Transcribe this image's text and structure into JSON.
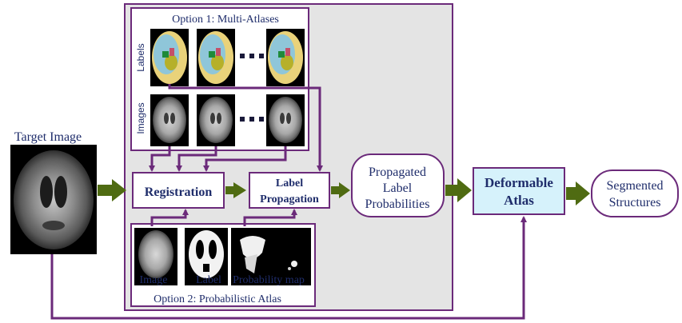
{
  "target_image_label": "Target Image",
  "option1": {
    "title": "Option 1: Multi-Atlases",
    "labels_row_label": "Labels",
    "images_row_label": "Images"
  },
  "option2": {
    "title": "Option 2: Probabilistic Atlas",
    "image_caption": "Image",
    "label_caption": "Label",
    "probability_caption": "Probability map"
  },
  "registration_label": "Registration",
  "label_propagation": {
    "line1": "Label",
    "line2": "Propagation"
  },
  "propagated": {
    "line1": "Propagated",
    "line2": "Label",
    "line3": "Probabilities"
  },
  "deformable_atlas": {
    "line1": "Deformable",
    "line2": "Atlas"
  },
  "segmented": {
    "line1": "Segmented",
    "line2": "Structures"
  },
  "colors": {
    "purple_border": "#6b2a7a",
    "dark_navy_text": "#1f2d6b",
    "green_arrow": "#4f6b12",
    "panel_gray": "#e4e4e4",
    "deformable_fill": "#d6f2fb"
  }
}
